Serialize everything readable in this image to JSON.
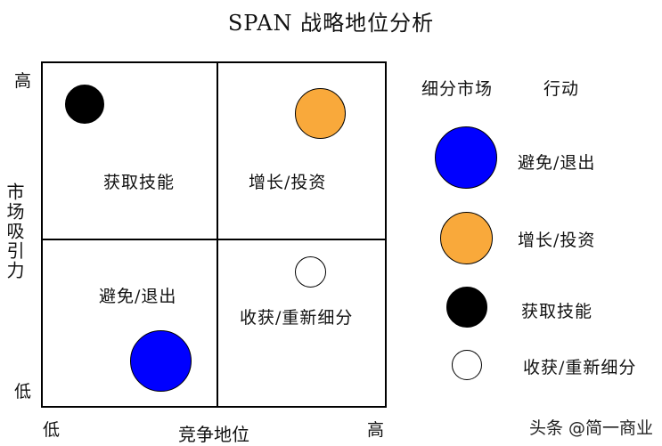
{
  "title": "SPAN 战略地位分析",
  "y_axis": {
    "label": "市场吸引力",
    "high": "高",
    "low": "低"
  },
  "x_axis": {
    "label": "竞争地位",
    "low": "低",
    "high": "高"
  },
  "quadrants": {
    "top_left": "获取技能",
    "top_right": "增长/投资",
    "bottom_left": "避免/退出",
    "bottom_right": "收获/重新细分"
  },
  "legend": {
    "header_segment": "细分市场",
    "header_action": "行动",
    "items": [
      {
        "label": "避免/退出",
        "color": "#0000ff"
      },
      {
        "label": "增长/投资",
        "color": "#f9a93b"
      },
      {
        "label": "获取技能",
        "color": "#000000"
      },
      {
        "label": "收获/重新细分",
        "color": "#ffffff"
      }
    ]
  },
  "watermark": "头条 @简一商业",
  "colors": {
    "blue": "#0000ff",
    "orange": "#f9a93b",
    "black": "#000000",
    "white": "#ffffff"
  }
}
